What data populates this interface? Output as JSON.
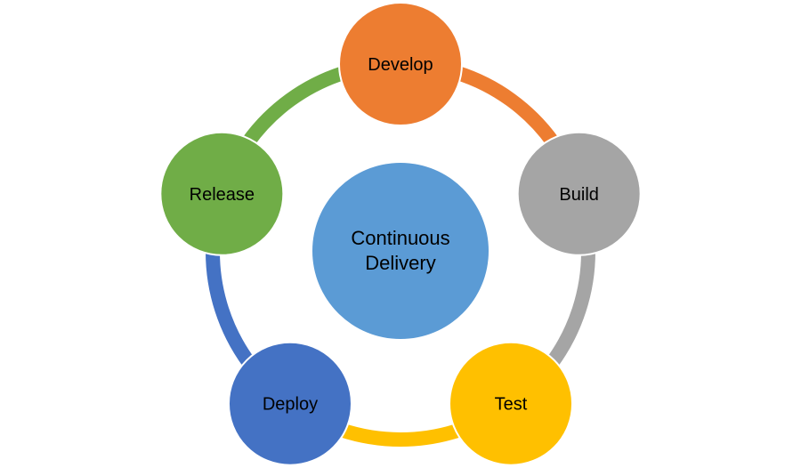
{
  "title": "Continuous Delivery",
  "center": {
    "label_lines": [
      "Continuous",
      "Delivery"
    ],
    "color": "#5B9BD5"
  },
  "nodes": [
    {
      "id": "develop",
      "label": "Develop",
      "color": "#ED7D31"
    },
    {
      "id": "build",
      "label": "Build",
      "color": "#A5A5A5"
    },
    {
      "id": "test",
      "label": "Test",
      "color": "#FFC000"
    },
    {
      "id": "deploy",
      "label": "Deploy",
      "color": "#4472C4"
    },
    {
      "id": "release",
      "label": "Release",
      "color": "#70AD47"
    }
  ],
  "connectors": [
    {
      "from": "develop",
      "to": "build",
      "color": "#ED7D31"
    },
    {
      "from": "build",
      "to": "test",
      "color": "#A5A5A5"
    },
    {
      "from": "test",
      "to": "deploy",
      "color": "#FFC000"
    },
    {
      "from": "deploy",
      "to": "release",
      "color": "#4472C4"
    },
    {
      "from": "release",
      "to": "develop",
      "color": "#70AD47"
    }
  ]
}
